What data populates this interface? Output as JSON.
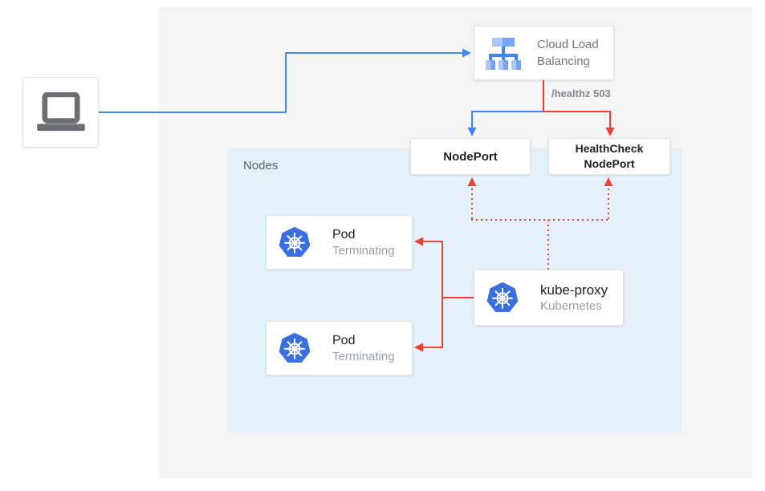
{
  "colors": {
    "blue": "#4285f4",
    "red": "#ea4335",
    "panel_bg": "#f5f5f5",
    "nodes_bg": "#e4f1fb",
    "k8s_blue": "#3b6fe0",
    "clb_light": "#a9c7fb",
    "clb_mid": "#74a4f8",
    "clb_line": "#4285f4",
    "laptop_gray": "#6b6f73",
    "card_border": "#e2e2e2",
    "text_dark": "#202124",
    "text_gray": "#757575",
    "text_muted": "#9aa0a6",
    "label_gray": "#5f6368",
    "healthz_gray": "#85888c"
  },
  "diagram": {
    "client": {
      "icon": "laptop-icon"
    },
    "cloud_load_balancing": {
      "icon": "cloud-load-balancing-icon",
      "label_line1": "Cloud Load",
      "label_line2": "Balancing"
    },
    "health_path_label": "/healthz 503",
    "nodeport": {
      "label": "NodePort"
    },
    "healthcheck_nodeport": {
      "label_line1": "HealthCheck",
      "label_line2": "NodePort"
    },
    "nodes_group": {
      "label": "Nodes"
    },
    "pods": [
      {
        "icon": "kubernetes-icon",
        "title": "Pod",
        "status": "Terminating"
      },
      {
        "icon": "kubernetes-icon",
        "title": "Pod",
        "status": "Terminating"
      }
    ],
    "kube_proxy": {
      "icon": "kubernetes-icon",
      "title": "kube-proxy",
      "subtitle": "Kubernetes"
    }
  }
}
